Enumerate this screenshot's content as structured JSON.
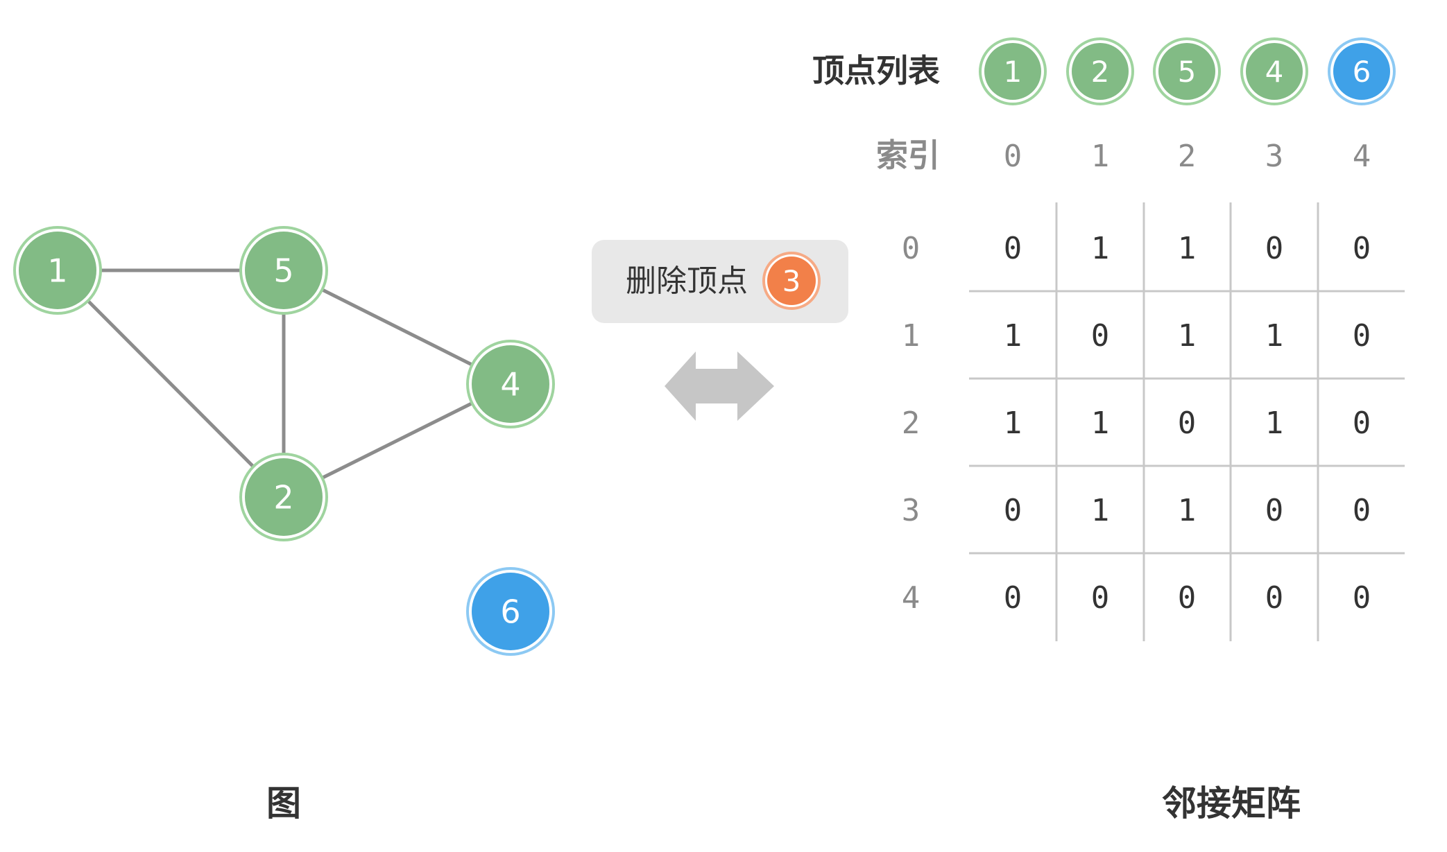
{
  "colors": {
    "node_green": "#82BB85",
    "node_green_ring": "#9FD49F",
    "node_blue": "#3FA1E8",
    "node_blue_ring": "#8CC9F3",
    "node_orange": "#F28049",
    "node_orange_ring": "#F6AA85",
    "edge": "#8C8C8C",
    "grid_line": "#C8C8C8",
    "badge_bg": "#E8E8E8",
    "arrow": "#C6C6C6",
    "label_dark": "#333333",
    "label_gray": "#8A8A8A",
    "cell_text": "#333333"
  },
  "graph": {
    "title": "图",
    "nodes": [
      {
        "id": "1",
        "label": "1",
        "color": "green"
      },
      {
        "id": "5",
        "label": "5",
        "color": "green"
      },
      {
        "id": "4",
        "label": "4",
        "color": "green"
      },
      {
        "id": "2",
        "label": "2",
        "color": "green"
      },
      {
        "id": "6",
        "label": "6",
        "color": "blue"
      }
    ],
    "edges": [
      [
        "1",
        "5"
      ],
      [
        "1",
        "2"
      ],
      [
        "5",
        "2"
      ],
      [
        "5",
        "4"
      ],
      [
        "2",
        "4"
      ]
    ]
  },
  "operation": {
    "label": "删除顶点",
    "vertex": "3",
    "arrow_icon": "double-arrow-icon"
  },
  "vertex_list": {
    "title": "顶点列表",
    "vertices": [
      {
        "label": "1",
        "color": "green"
      },
      {
        "label": "2",
        "color": "green"
      },
      {
        "label": "5",
        "color": "green"
      },
      {
        "label": "4",
        "color": "green"
      },
      {
        "label": "6",
        "color": "blue"
      }
    ],
    "index_title": "索引",
    "indices": [
      "0",
      "1",
      "2",
      "3",
      "4"
    ]
  },
  "matrix": {
    "title": "邻接矩阵",
    "row_labels": [
      "0",
      "1",
      "2",
      "3",
      "4"
    ],
    "rows": [
      [
        "0",
        "1",
        "1",
        "0",
        "0"
      ],
      [
        "1",
        "0",
        "1",
        "1",
        "0"
      ],
      [
        "1",
        "1",
        "0",
        "1",
        "0"
      ],
      [
        "0",
        "1",
        "1",
        "0",
        "0"
      ],
      [
        "0",
        "0",
        "0",
        "0",
        "0"
      ]
    ]
  }
}
